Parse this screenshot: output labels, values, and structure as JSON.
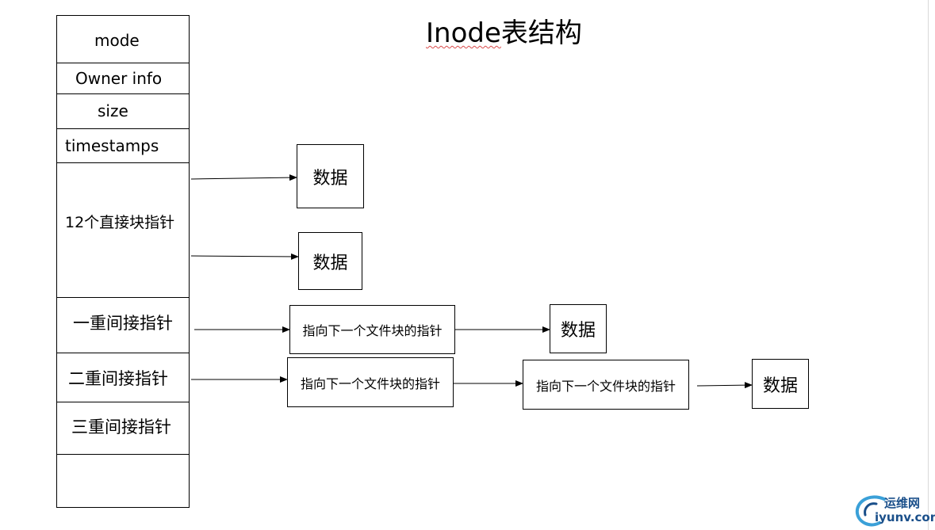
{
  "title": {
    "main": "Inode",
    "suffix": "表结构"
  },
  "inode_fields": {
    "mode": "mode",
    "owner_info": "Owner info",
    "size": "size",
    "timestamps": "timestamps",
    "direct_pointers": "12个直接块指针",
    "single_indirect": "一重间接指针",
    "double_indirect": "二重间接指针",
    "triple_indirect": "三重间接指针"
  },
  "boxes": {
    "data_label": "数据",
    "pointer_label": "指向下一个文件块的指针"
  },
  "watermark": {
    "name_cn": "运维网",
    "name_en": "iyunv.com",
    "color": "#1a4f8a"
  }
}
